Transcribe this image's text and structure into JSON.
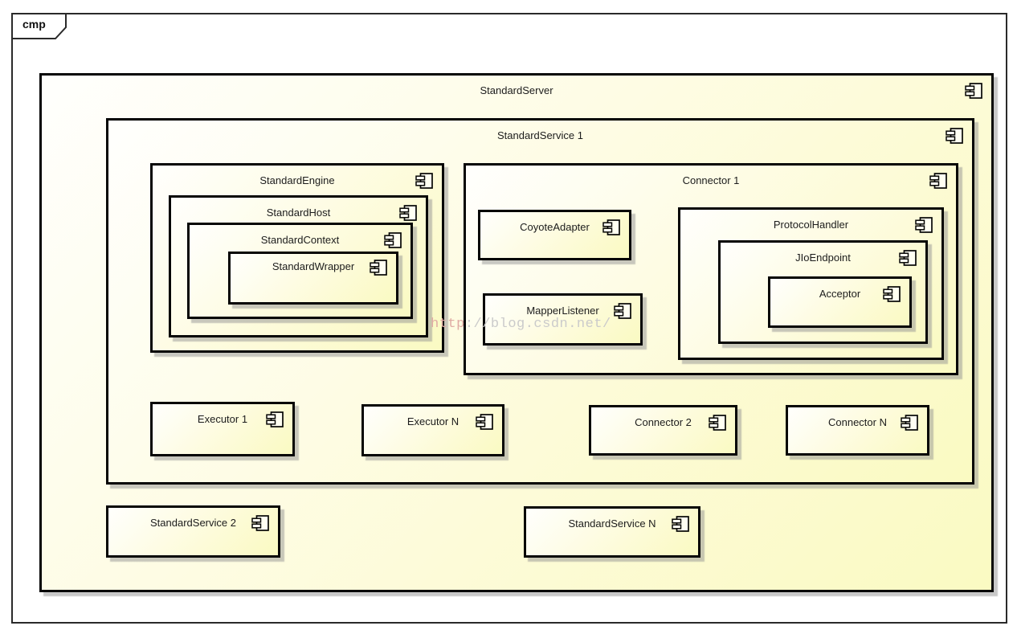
{
  "frame": {
    "tag_label": "cmp"
  },
  "watermark": {
    "prefix": "http",
    "rest": "://blog.csdn.net/"
  },
  "colors": {
    "box_fill_light": "#fffffd",
    "box_fill_yellow": "#fafac2",
    "box_border": "#050505",
    "shadow": "#919191",
    "frame_border": "#2a2a2a",
    "watermark_gray": "#cbcbcb",
    "watermark_pink": "#e0aba4"
  },
  "components": {
    "standard_server": {
      "label": "StandardServer"
    },
    "standard_service_1": {
      "label": "StandardService 1"
    },
    "standard_engine": {
      "label": "StandardEngine"
    },
    "standard_host": {
      "label": "StandardHost"
    },
    "standard_context": {
      "label": "StandardContext"
    },
    "standard_wrapper": {
      "label": "StandardWrapper"
    },
    "connector_1": {
      "label": "Connector 1"
    },
    "coyote_adapter": {
      "label": "CoyoteAdapter"
    },
    "mapper_listener": {
      "label": "MapperListener"
    },
    "protocol_handler": {
      "label": "ProtocolHandler"
    },
    "jio_endpoint": {
      "label": "JIoEndpoint"
    },
    "acceptor": {
      "label": "Acceptor"
    },
    "executor_1": {
      "label": "Executor 1"
    },
    "executor_n": {
      "label": "Executor N"
    },
    "connector_2": {
      "label": "Connector 2"
    },
    "connector_n": {
      "label": "Connector N"
    },
    "standard_service_2": {
      "label": "StandardService 2"
    },
    "standard_service_n": {
      "label": "StandardService N"
    }
  }
}
